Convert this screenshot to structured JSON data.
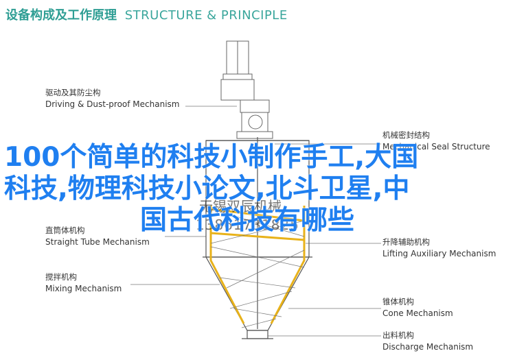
{
  "header": {
    "title_cn": "设备构成及工作原理",
    "title_en": "STRUCTURE & PRINCIPLE"
  },
  "labels": {
    "driving": {
      "cn": "驱动及其防尘构",
      "en": "Driving & Dust-proof Mechanism"
    },
    "mechanical_seal": {
      "cn": "机械密封结构",
      "en": "Mechanical Seal Structure"
    },
    "straight_tube": {
      "cn": "直筒体机构",
      "en": "Straight Tube Mechanism"
    },
    "lifting": {
      "cn": "升降辅助机构",
      "en": "Lifting Auxiliary Mechanism"
    },
    "mixing": {
      "cn": "搅拌机构",
      "en": "Mixing Mechanism"
    },
    "cone": {
      "cn": "锥体机构",
      "en": "Cone Mechanism"
    },
    "discharge": {
      "cn": "出料机构",
      "en": "Discharge Mechanism"
    }
  },
  "watermark": {
    "line1": "无锡双辰机械",
    "line2": "13861731825"
  },
  "overlay": {
    "line1": "100个简单的科技小制作手工,大国",
    "line2": "科技,物理科技小论文,北斗卫星,中",
    "line3": "国古代科技有哪些"
  },
  "colors": {
    "accent": "#2f9e94",
    "overlay_text": "#1f7ff0",
    "spiral": "#e8b21a",
    "line": "#555555"
  }
}
